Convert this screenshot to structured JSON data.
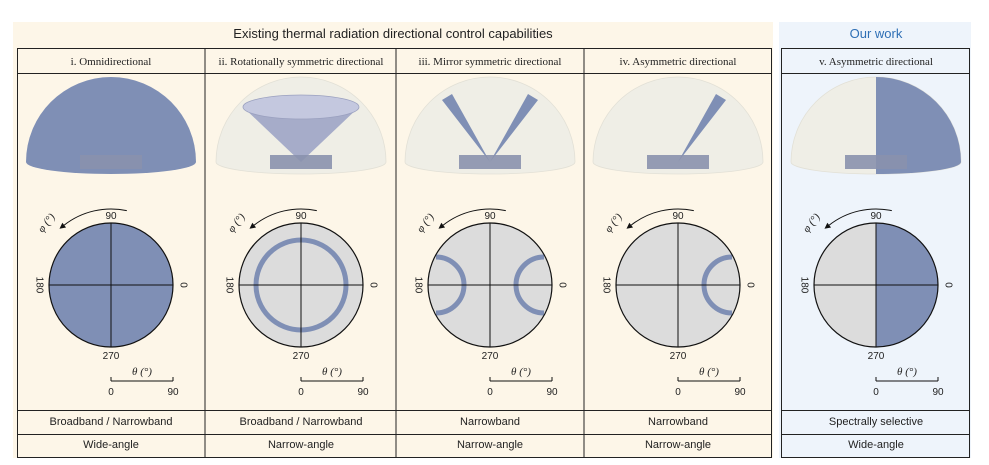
{
  "header": {
    "existing": "Existing thermal radiation directional control capabilities",
    "ours": "Our work"
  },
  "panels": [
    {
      "title": "i. Omnidirectional",
      "spectral": "Broadband / Narrowband",
      "angular": "Wide-angle",
      "mode": "full"
    },
    {
      "title": "ii. Rotationally symmetric directional",
      "spectral": "Broadband / Narrowband",
      "angular": "Narrow-angle",
      "mode": "ring"
    },
    {
      "title": "iii. Mirror symmetric directional",
      "spectral": "Narrowband",
      "angular": "Narrow-angle",
      "mode": "mirror"
    },
    {
      "title": "iv. Asymmetric directional",
      "spectral": "Narrowband",
      "angular": "Narrow-angle",
      "mode": "single"
    },
    {
      "title": "v. Asymmetric directional",
      "spectral": "Spectrally selective",
      "angular": "Wide-angle",
      "mode": "half"
    }
  ],
  "polar": {
    "phi_top": "90",
    "phi_left": "180",
    "phi_right": "0",
    "phi_bottom": "270",
    "phi_label": "φ (°)",
    "theta_label": "θ (°)",
    "theta_min": "0",
    "theta_max": "90"
  },
  "colors": {
    "existing_bg": "#fdf6e8",
    "ours_bg": "#eef4fb",
    "emission": "#7f8fb5",
    "disk": "#dcdcdc",
    "dome": "#efeee6"
  }
}
